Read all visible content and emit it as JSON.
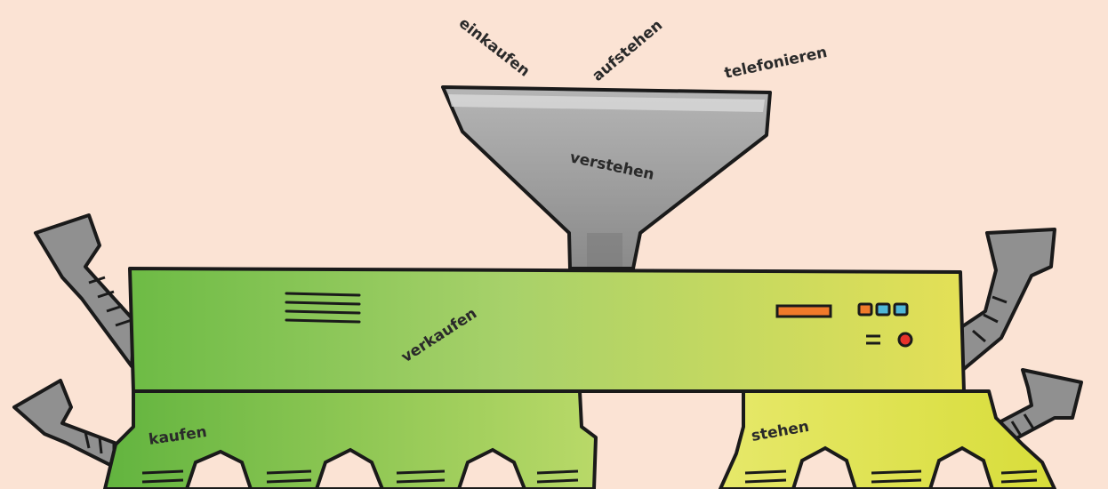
{
  "colors": {
    "background": "#fbe3d4",
    "machine_green": "#7cc24a",
    "machine_yellow": "#e2e25a",
    "funnel_gray": "#9a9a9a",
    "outline": "#1a1a1a",
    "button_orange": "#f07a2a",
    "button_blue": "#4fb7d6",
    "button_red": "#e8322a"
  },
  "input_words": [
    "einkaufen",
    "aufstehen",
    "telefonieren"
  ],
  "funnel": {
    "label": "verstehen"
  },
  "machine": {
    "label": "verkaufen"
  },
  "outputs": {
    "left_label": "kaufen",
    "right_label": "stehen"
  },
  "icons": [
    "funnel-icon",
    "pipe-icon",
    "vent-icon",
    "indicator-light-icon"
  ]
}
